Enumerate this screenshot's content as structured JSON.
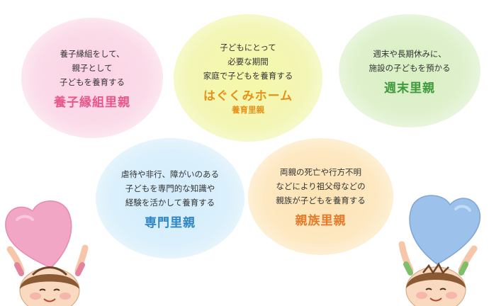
{
  "types": [
    {
      "desc": "養子縁組をして、\n親子として\n子どもを養育する",
      "title": "養子縁組里親",
      "sub": ""
    },
    {
      "desc": "子どもにとって\n必要な期間\n家庭で子どもを養育する",
      "title": "はぐくみホーム",
      "sub": "養育里親"
    },
    {
      "desc": "週末や長期休みに、\n施設の子どもを預かる",
      "title": "週末里親",
      "sub": ""
    },
    {
      "desc": "虐待や非行、障がいのある\n子どもを専門的な知識や\n経験を活かして養育する",
      "title": "専門里親",
      "sub": ""
    },
    {
      "desc": "両親の死亡や行方不明\nなどにより祖父母などの\n親族が子どもを養育する",
      "title": "親族里親",
      "sub": ""
    }
  ],
  "colors": {
    "pink_heart": "#f2a6c6",
    "blue_heart": "#9cc1ea"
  }
}
